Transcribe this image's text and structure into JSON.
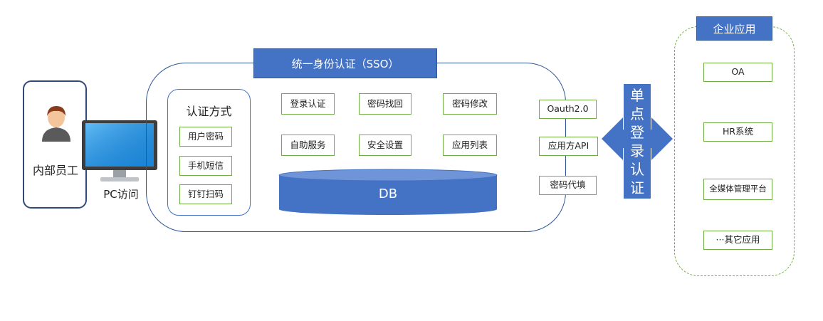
{
  "user": {
    "label": "内部员工",
    "pc_label": "PC访问"
  },
  "sso": {
    "title": "统一身份认证（SSO）",
    "auth_methods": {
      "title": "认证方式",
      "items": [
        "用户密码",
        "手机短信",
        "钉钉扫码"
      ]
    },
    "features": [
      "登录认证",
      "密码找回",
      "密码修改",
      "自助服务",
      "安全设置",
      "应用列表"
    ],
    "db_label": "DB",
    "integrations": [
      "Oauth2.0",
      "应用方API",
      "密码代填"
    ]
  },
  "single_sign_on": {
    "chars": [
      "单",
      "点",
      "登",
      "录",
      "认",
      "证"
    ]
  },
  "enterprise": {
    "title": "企业应用",
    "apps": [
      "OA",
      "HR系统",
      "全媒体管理平台",
      "···其它应用"
    ]
  },
  "colors": {
    "blue": "#4472c4",
    "dark_blue": "#2f5597",
    "green": "#70ad47",
    "db_top": "#5b9bd5"
  }
}
